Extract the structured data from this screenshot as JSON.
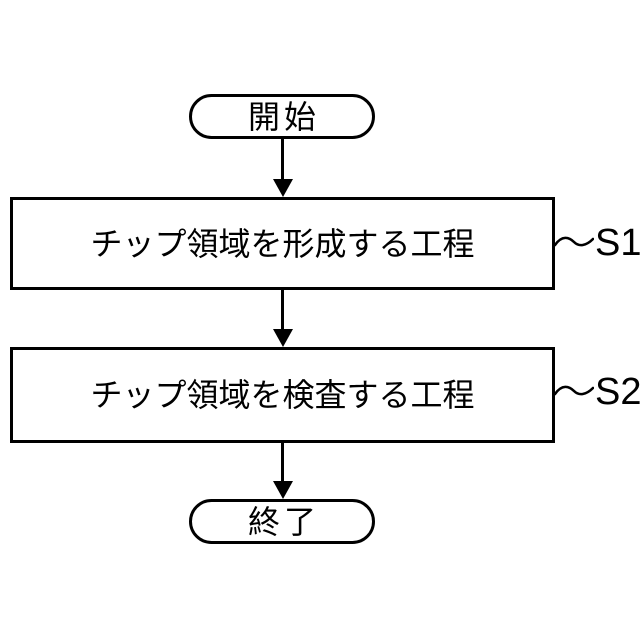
{
  "diagram": {
    "type": "flowchart",
    "background_color": "#ffffff",
    "stroke_color": "#000000",
    "nodes": {
      "start": {
        "shape": "terminal",
        "label": "開始"
      },
      "step1": {
        "shape": "process",
        "label": "チップ領域を形成する工程",
        "ref": "S1"
      },
      "step2": {
        "shape": "process",
        "label": "チップ領域を検査する工程",
        "ref": "S2"
      },
      "end": {
        "shape": "terminal",
        "label": "終了"
      }
    },
    "edges": [
      {
        "from": "start",
        "to": "step1",
        "style": "arrow-down"
      },
      {
        "from": "step1",
        "to": "step2",
        "style": "arrow-down"
      },
      {
        "from": "step2",
        "to": "end",
        "style": "arrow-down"
      }
    ]
  }
}
